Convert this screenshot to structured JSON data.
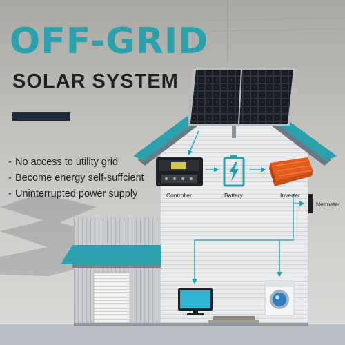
{
  "title": {
    "main": "OFF-GRID",
    "sub": "SOLAR SYSTEM"
  },
  "features": [
    {
      "text": "No access to utility grid"
    },
    {
      "text": "Become energy self-suffcient"
    },
    {
      "text": "Uninterrupted power supply"
    }
  ],
  "components": {
    "controller": "Controller",
    "battery": "Battery",
    "inverter": "Inverter",
    "netmeter": "Netmeter"
  },
  "colors": {
    "teal": "#2aa1ad",
    "flow_arrow": "#1f9fb0",
    "sky_top": "#a9a8a4",
    "sky_bottom": "#d6d6d3",
    "house_siding": "#e7e8ea",
    "roof_underside": "#707b86",
    "panel_frame": "#b8bcc2",
    "panel_cells": "#15181d",
    "inverter_body": "#e35c1c",
    "title_bar": "#1c2a3c"
  }
}
